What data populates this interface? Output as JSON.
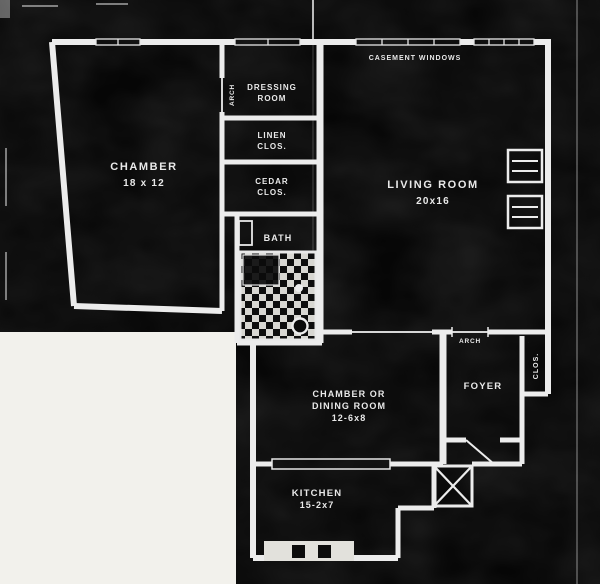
{
  "colors": {
    "background": "#060606",
    "paper": "#f2f1ec",
    "wall": "#ececec",
    "text": "#e9e9e9"
  },
  "rooms": {
    "chamber": {
      "name": "CHAMBER",
      "size": "18 x 12"
    },
    "dressing_room": {
      "line1": "DRESSING",
      "line2": "ROOM"
    },
    "linen_closet": {
      "line1": "LINEN",
      "line2": "CLOS."
    },
    "cedar_closet": {
      "line1": "CEDAR",
      "line2": "CLOS."
    },
    "bath": {
      "name": "BATH"
    },
    "living_room": {
      "name": "LIVING ROOM",
      "size": "20x16"
    },
    "chamber_or_dining_room": {
      "line1": "CHAMBER OR",
      "line2": "DINING ROOM",
      "size": "12-6x8"
    },
    "foyer": {
      "name": "FOYER"
    },
    "hall_closet": {
      "name": "CLOS."
    },
    "kitchen": {
      "name": "KITCHEN",
      "size": "15-2x7"
    }
  },
  "annotations": {
    "casement_windows": "CASEMENT WINDOWS",
    "arch_dressing": "ARCH",
    "arch_foyer": "ARCH"
  }
}
